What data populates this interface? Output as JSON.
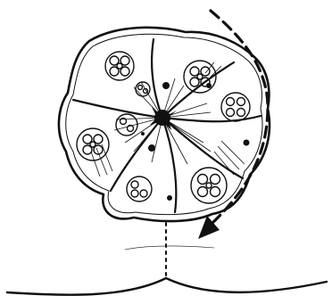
{
  "figure": {
    "background": "#ffffff",
    "ink_color": "#111111",
    "elements": {
      "outer_capsule": "irregular-lobed-outline",
      "segments": 7,
      "center": "dark-radiating-hub",
      "rotation_arrow": "dashed-clockwise-arrow",
      "stalk": "dotted-vertical-line",
      "base": "curved-surface-line"
    }
  }
}
